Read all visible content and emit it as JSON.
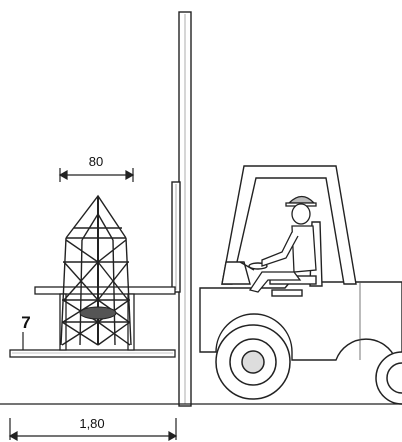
{
  "dimensions": {
    "top_width": "80",
    "bottom_length": "1,80"
  },
  "reference_number": "7"
}
